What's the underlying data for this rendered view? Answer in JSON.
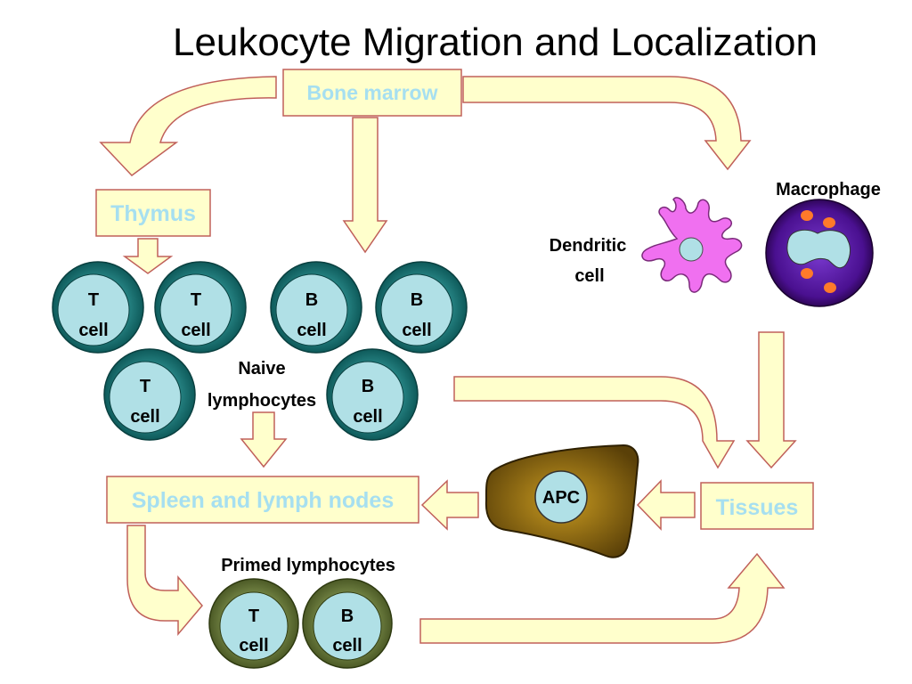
{
  "title": "Leukocyte Migration and Localization",
  "boxes": {
    "bone_marrow": "Bone marrow",
    "thymus": "Thymus",
    "spleen": "Spleen and lymph nodes",
    "tissues": "Tissues"
  },
  "labels": {
    "naive_1": "Naive",
    "naive_2": "lymphocytes",
    "primed": "Primed lymphocytes",
    "dendritic_1": "Dendritic",
    "dendritic_2": "cell",
    "macrophage": "Macrophage",
    "apc": "APC"
  },
  "cells": {
    "t_letter": "T",
    "b_letter": "B",
    "cell_word": "cell"
  },
  "colors": {
    "arrow_fill": "#ffffcc",
    "arrow_stroke": "#c0605a",
    "box_fill": "#ffffcc",
    "box_text": "#a6dff0",
    "naive_cell_outer": "#1e7a7a",
    "cell_inner": "#b0e0e6",
    "primed_cell_outer": "#6b7d3e",
    "dendritic": "#f070f0",
    "macrophage_outer": "#4a1080",
    "apc_body": "#8a6a10"
  }
}
